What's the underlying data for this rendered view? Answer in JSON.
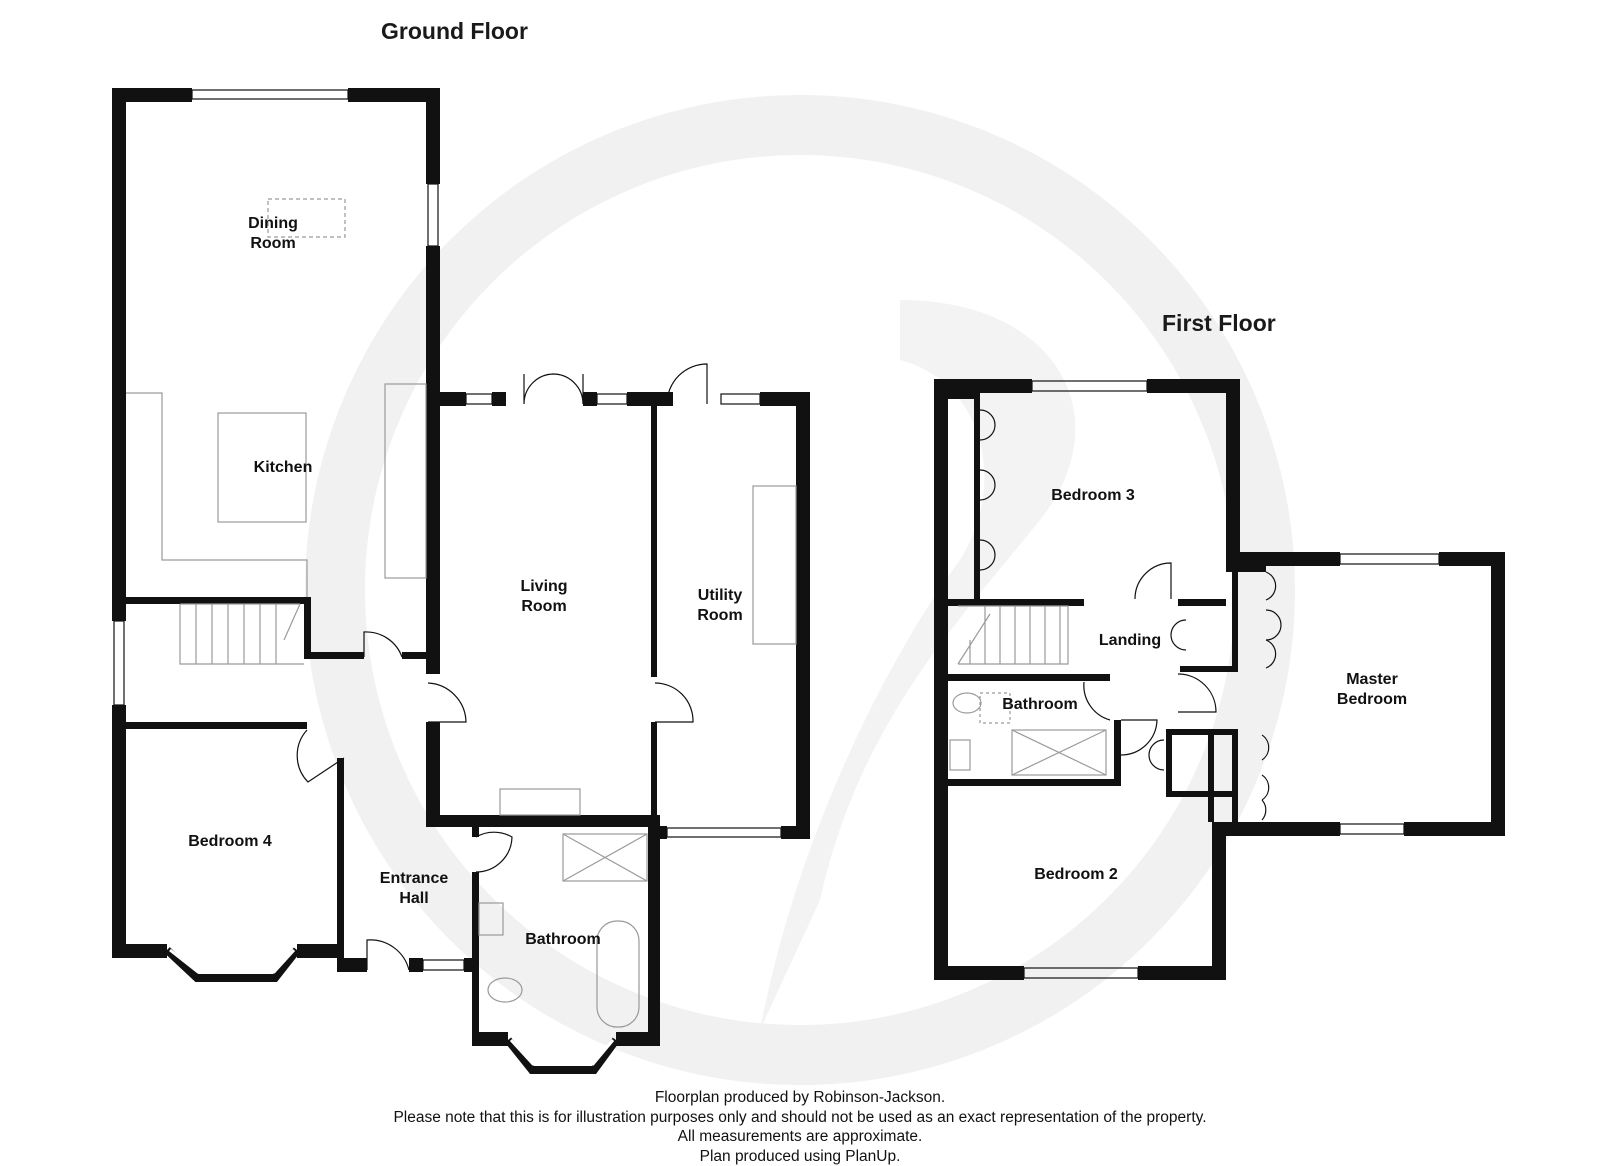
{
  "floors": {
    "ground": {
      "title": "Ground Floor"
    },
    "first": {
      "title": "First Floor"
    }
  },
  "rooms": {
    "dining_room": "Dining\nRoom",
    "kitchen": "Kitchen",
    "living_room": "Living\nRoom",
    "utility_room": "Utility\nRoom",
    "bedroom_4": "Bedroom 4",
    "entrance_hall": "Entrance\nHall",
    "bathroom_ground": "Bathroom",
    "bedroom_3": "Bedroom 3",
    "landing": "Landing",
    "bathroom_first": "Bathroom",
    "master_bedroom": "Master\nBedroom",
    "bedroom_2": "Bedroom 2"
  },
  "footer": {
    "line1": "Floorplan produced by Robinson-Jackson.",
    "line2": "Please note that this is for illustration purposes only and should not be used as an exact representation of the property.",
    "line3": "All measurements are approximate.",
    "line4": "Plan produced using PlanUp."
  },
  "colors": {
    "wall": "#111111",
    "watermark": "#f1f1f1",
    "fixture": "#9a9a9a"
  }
}
